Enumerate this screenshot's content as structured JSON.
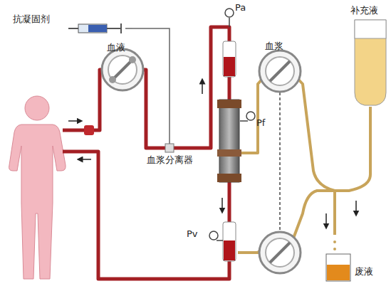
{
  "diagram": {
    "labels": [
      "抗凝固剂",
      "血液",
      "血浆",
      "补充液",
      "Pa",
      "Pf",
      "血浆分离器",
      "Pv",
      "废液"
    ]
  }
}
